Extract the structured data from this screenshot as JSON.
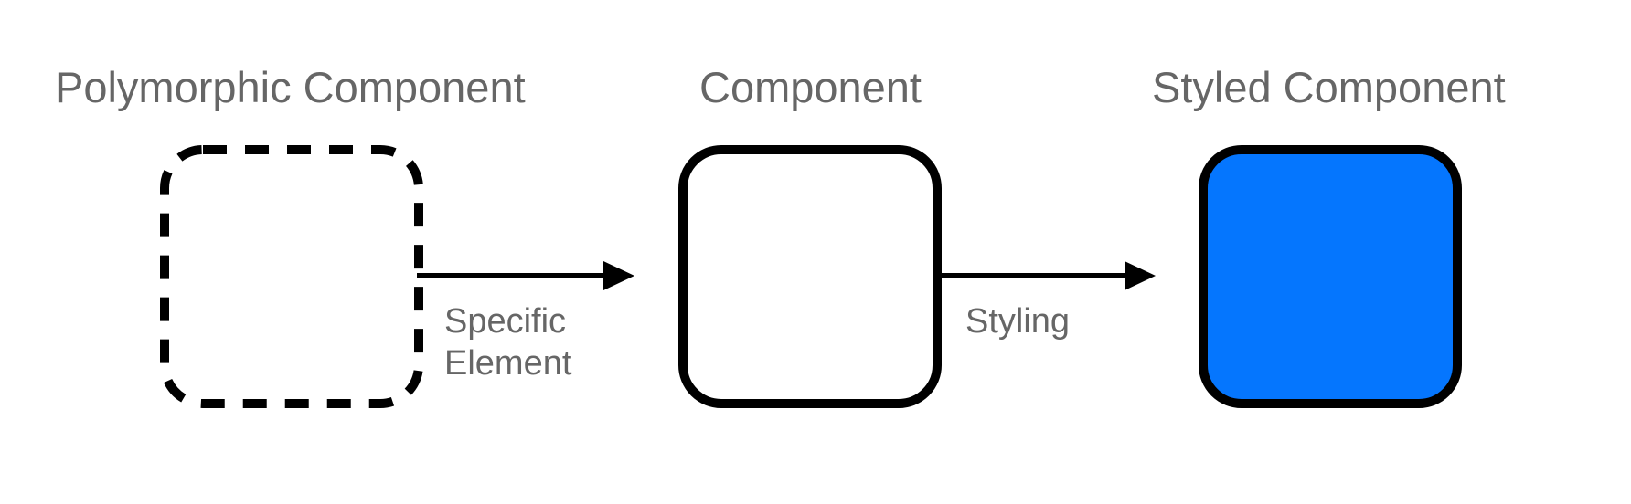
{
  "diagram": {
    "nodes": [
      {
        "id": "polymorphic",
        "title": "Polymorphic Component",
        "style": "dashed",
        "fill": "#ffffff"
      },
      {
        "id": "component",
        "title": "Component",
        "style": "solid",
        "fill": "#ffffff"
      },
      {
        "id": "styled",
        "title": "Styled Component",
        "style": "solid",
        "fill": "#0576fe"
      }
    ],
    "edges": [
      {
        "from": "polymorphic",
        "to": "component",
        "label_lines": [
          "Specific",
          "Element"
        ]
      },
      {
        "from": "component",
        "to": "styled",
        "label_lines": [
          "Styling"
        ]
      }
    ],
    "colors": {
      "stroke": "#000000",
      "text": "#666666",
      "accent_blue": "#0576fe"
    }
  }
}
